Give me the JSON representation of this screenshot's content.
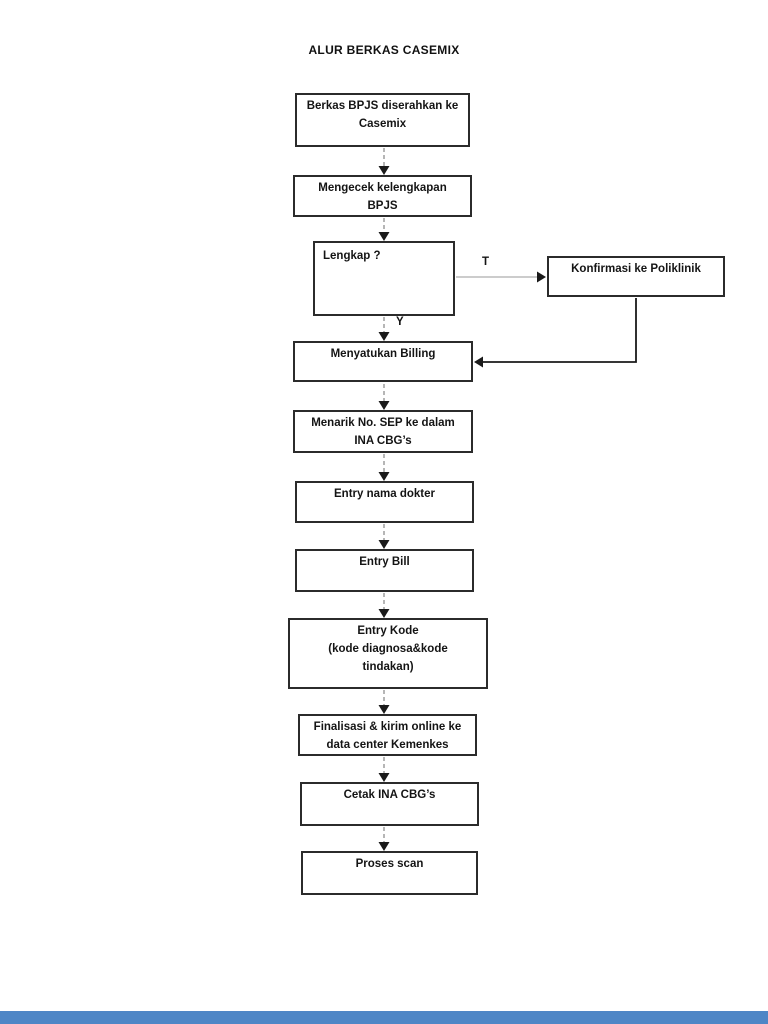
{
  "page": {
    "title": "ALUR BERKAS CASEMIX"
  },
  "flowchart": {
    "nodes": [
      {
        "id": "berkas-bpjs",
        "label": "Berkas BPJS diserahkan ke\nCasemix"
      },
      {
        "id": "mengecek",
        "label": "Mengecek kelengkapan\nBPJS"
      },
      {
        "id": "lengkap",
        "label": "Lengkap ?"
      },
      {
        "id": "konfirmasi",
        "label": "Konfirmasi ke Poliklinik"
      },
      {
        "id": "menyatukan",
        "label": "Menyatukan Billing"
      },
      {
        "id": "menarik-sep",
        "label": "Menarik No. SEP ke dalam\nINA CBG’s"
      },
      {
        "id": "entry-dokter",
        "label": "Entry nama dokter"
      },
      {
        "id": "entry-bill",
        "label": "Entry Bill"
      },
      {
        "id": "entry-kode",
        "label": "Entry Kode\n(kode diagnosa&kode\ntindakan)"
      },
      {
        "id": "finalisasi",
        "label": "Finalisasi & kirim online ke\ndata center Kemenkes"
      },
      {
        "id": "cetak",
        "label": "Cetak INA CBG’s"
      },
      {
        "id": "proses-scan",
        "label": "Proses scan"
      }
    ],
    "edge_labels": {
      "no": "T",
      "yes": "Y"
    }
  },
  "colors": {
    "bottom_bar": "#4e86c6",
    "box_border": "#2b2b2b",
    "connector_gray": "#8f8f8f",
    "arrow_black": "#1a1a1a"
  }
}
